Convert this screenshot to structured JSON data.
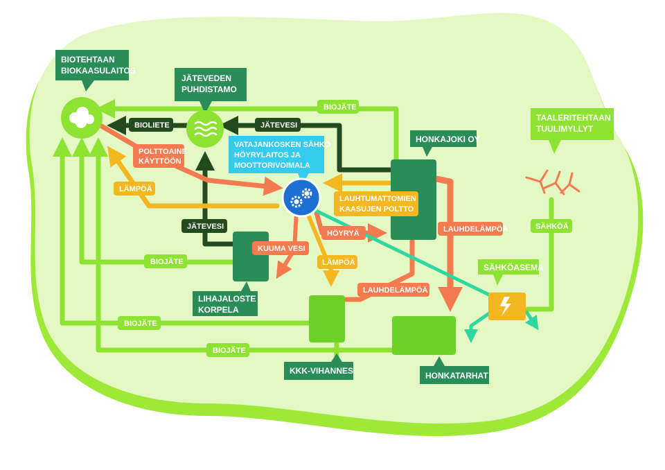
{
  "nodes": {
    "biotehdas": {
      "line1": "BIOTEHTAAN",
      "line2": "BIOKAASULAITOS"
    },
    "jatevedenpuhdistamo": {
      "line1": "JÄTEVEDEN",
      "line2": "PUHDISTAMO"
    },
    "voimala": {
      "line1": "VATAJANKOSKEN SÄHKÖ",
      "line2": "HÖYRYLAITOS JA",
      "line3": "MOOTTORIVOIMALA"
    },
    "honkajoki": {
      "line1": "HONKAJOKI OY"
    },
    "tuulimyllyt": {
      "line1": "TAALERITEHTAAN",
      "line2": "TUULIMYLLYT"
    },
    "sahkoasema": {
      "line1": "SÄHKÖASEMA"
    },
    "lihajaloste": {
      "line1": "LIHAJALOSTE",
      "line2": "KORPELA"
    },
    "kkk": {
      "line1": "KKK-VIHANNES"
    },
    "honkatarhat": {
      "line1": "HONKATARHAT"
    }
  },
  "flows": {
    "biojate_top": "BIOJÄTE",
    "bioliete": "BIOLIETE",
    "jatevesi_top": "JÄTEVESI",
    "polttoaine_1": "POLTTOAINE",
    "polttoaine_2": "KÄYTTÖÖN",
    "lampo_left": "LÄMPÖÄ",
    "lauhtumattomien_1": "LAUHTUMATTOMIEN",
    "lauhtumattomien_2": "KAASUJEN POLTTO",
    "jatevesi_mid": "JÄTEVESI",
    "hoyrya": "HÖYRYÄ",
    "lauhdelampo_right": "LAUHDELÄMPÖÄ",
    "kuuma_vesi": "KUUMA VESI",
    "lampo_mid": "LÄMPÖÄ",
    "biojate_mid": "BIOJÄTE",
    "lauhdelampo_low": "LAUHDELÄMPÖÄ",
    "sahkoa": "SÄHKÖÄ",
    "biojate_low1": "BIOJÄTE",
    "biojate_low2": "BIOJÄTE"
  },
  "colors": {
    "biojate": "#8ee332",
    "jatevesi": "#244a20",
    "lauhde": "#f47a4f",
    "lampo": "#f5b720",
    "sahko": "#2fd7a0",
    "node_dark": "#2a8c57",
    "node_light": "#6dd228",
    "voimala": "#35cbef",
    "sahkoasema": "#f5b720",
    "background": "#e4f8c4",
    "background_edge": "#9ee837"
  },
  "icons": {
    "biotehdas": "biogas-cloud-icon",
    "puhdistamo": "water-waves-icon",
    "voimala": "gears-icon",
    "tuulimyllyt": "wind-turbines-icon",
    "sahkoasema": "lightning-icon"
  }
}
